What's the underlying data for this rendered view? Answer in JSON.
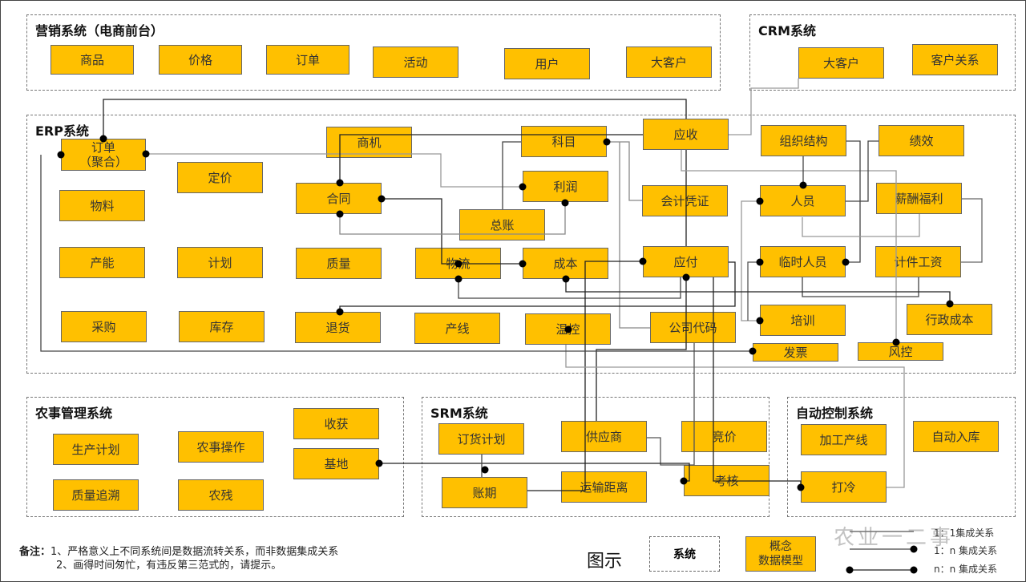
{
  "groups": {
    "marketing": "营销系统（电商前台）",
    "crm": "CRM系统",
    "erp": "ERP系统",
    "farm": "农事管理系统",
    "srm": "SRM系统",
    "auto": "自动控制系统"
  },
  "marketing": [
    "商品",
    "价格",
    "订单",
    "活动",
    "用户",
    "大客户"
  ],
  "crm": [
    "大客户",
    "客户关系"
  ],
  "erp": {
    "order_agg": "订单\n（聚合）",
    "items": [
      "定价",
      "物料",
      "产能",
      "计划",
      "采购",
      "库存",
      "商机",
      "科目",
      "应收",
      "组织结构",
      "绩效",
      "合同",
      "利润",
      "会计凭证",
      "人员",
      "薪酬福利",
      "总账",
      "质量",
      "物流",
      "成本",
      "应付",
      "临时人员",
      "计件工资",
      "退货",
      "产线",
      "温控",
      "公司代码",
      "培训",
      "行政成本",
      "发票",
      "风控"
    ]
  },
  "farm": [
    "收获",
    "生产计划",
    "农事操作",
    "基地",
    "质量追溯",
    "农残"
  ],
  "srm": [
    "订货计划",
    "供应商",
    "竞价",
    "账期",
    "运输距离",
    "考核"
  ],
  "auto": [
    "加工产线",
    "自动入库",
    "打冷"
  ],
  "notes": {
    "label": "备注：",
    "line1": "1、严格意义上不同系统间是数据流转关系，而非数据集成关系",
    "line2": "2、画得时间匆忙，有违反第三范式的，请提示。"
  },
  "legend": {
    "title": "图示",
    "system": "系统",
    "model": "概念\n数据模型",
    "one_one": "1：1集成关系",
    "one_n": "1：n 集成关系",
    "n_n": "n：n 集成关系"
  },
  "watermark": "农业一二事"
}
